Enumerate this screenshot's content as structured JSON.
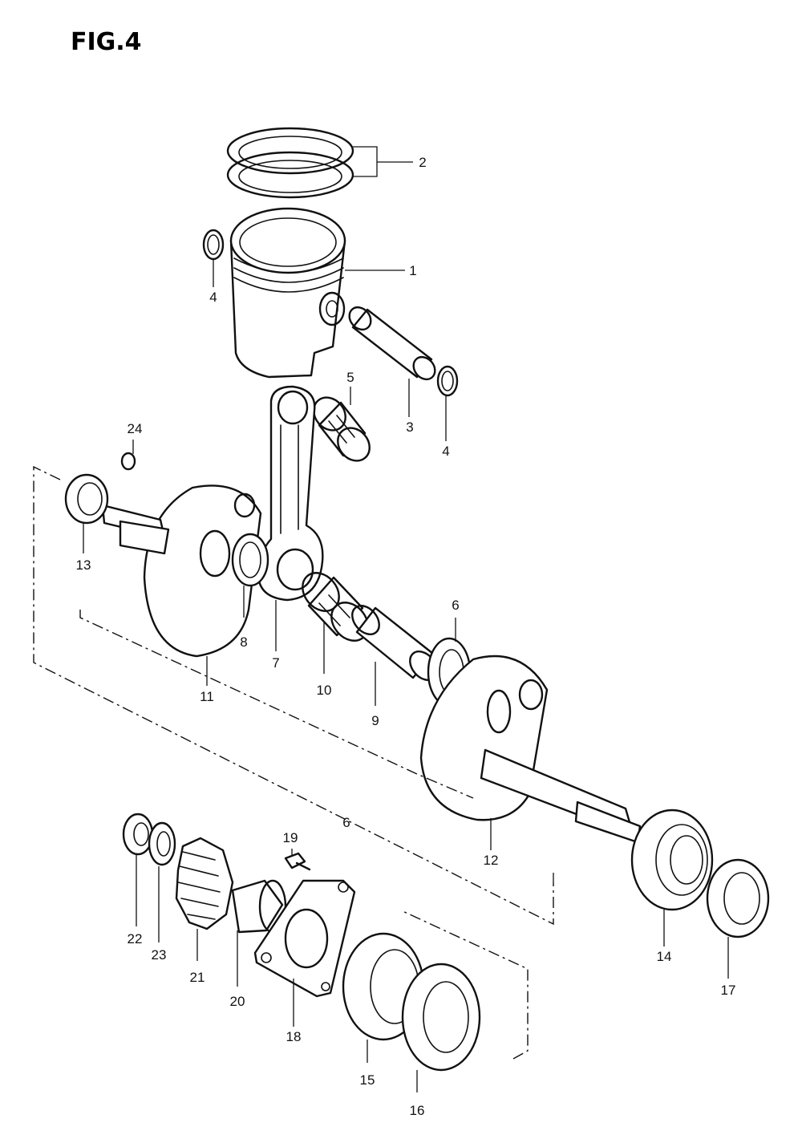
{
  "figure": {
    "title": "FIG.4",
    "labels": [
      {
        "key": "p1",
        "text": "1"
      },
      {
        "key": "p2",
        "text": "2"
      },
      {
        "key": "p3",
        "text": "3"
      },
      {
        "key": "p4a",
        "text": "4"
      },
      {
        "key": "p4b",
        "text": "4"
      },
      {
        "key": "p5",
        "text": "5"
      },
      {
        "key": "p6a",
        "text": "6"
      },
      {
        "key": "p6b",
        "text": "6"
      },
      {
        "key": "p7",
        "text": "7"
      },
      {
        "key": "p8",
        "text": "8"
      },
      {
        "key": "p9",
        "text": "9"
      },
      {
        "key": "p10",
        "text": "10"
      },
      {
        "key": "p11",
        "text": "11"
      },
      {
        "key": "p12",
        "text": "12"
      },
      {
        "key": "p13",
        "text": "13"
      },
      {
        "key": "p14",
        "text": "14"
      },
      {
        "key": "p15",
        "text": "15"
      },
      {
        "key": "p16",
        "text": "16"
      },
      {
        "key": "p17",
        "text": "17"
      },
      {
        "key": "p18",
        "text": "18"
      },
      {
        "key": "p19",
        "text": "19"
      },
      {
        "key": "p20",
        "text": "20"
      },
      {
        "key": "p21",
        "text": "21"
      },
      {
        "key": "p22",
        "text": "22"
      },
      {
        "key": "p23",
        "text": "23"
      },
      {
        "key": "p24",
        "text": "24"
      }
    ]
  }
}
